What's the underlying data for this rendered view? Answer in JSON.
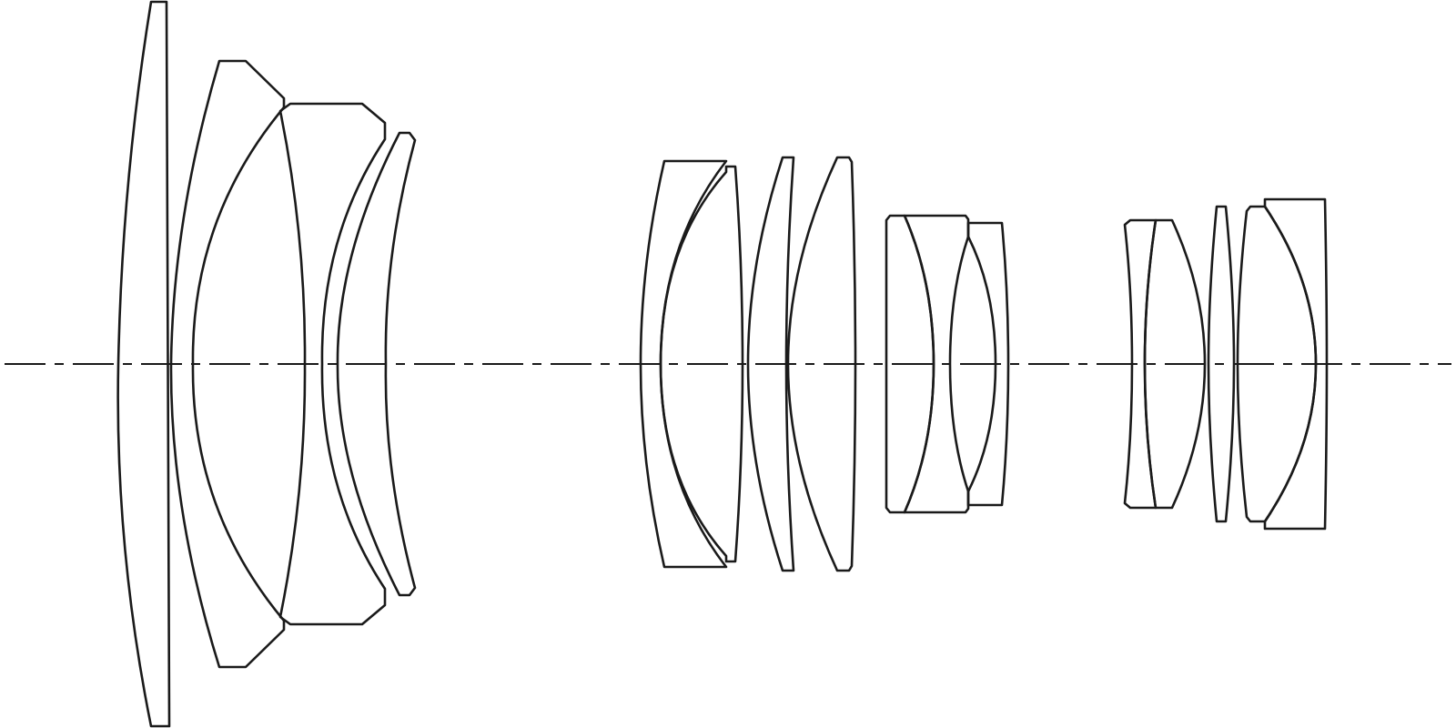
{
  "diagram": {
    "type": "lens-cross-section",
    "stroke_color": "#1a1a1a",
    "background_color": "#ffffff",
    "groups": [
      {
        "name": "front-group",
        "elements": 5
      },
      {
        "name": "middle-group",
        "elements": 6
      },
      {
        "name": "rear-group",
        "elements": 4
      }
    ]
  }
}
